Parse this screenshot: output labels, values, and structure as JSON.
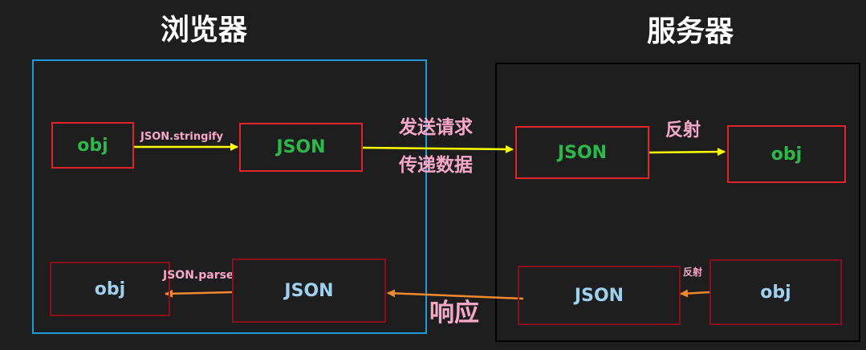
{
  "titles": {
    "browser": "浏览器",
    "server": "服务器"
  },
  "browser": {
    "req_obj": "obj",
    "req_json": "JSON",
    "res_obj": "obj",
    "res_json": "JSON",
    "stringify_label": "JSON.stringify",
    "parse_label": "JSON.parse"
  },
  "server": {
    "req_json": "JSON",
    "req_obj": "obj",
    "res_json": "JSON",
    "res_obj": "obj",
    "reflect_label_top": "反射",
    "reflect_label_bottom": "反射"
  },
  "transfer": {
    "send_request": "发送请求",
    "transfer_data": "传递数据",
    "response": "响应"
  },
  "colors": {
    "background": "#1e1e1e",
    "browser_border": "#1f9bd7",
    "server_border": "#000000",
    "request_box": "#e0242b",
    "response_box": "#8b0f1a",
    "green_text": "#2db84a",
    "blue_text": "#9fd1ee",
    "pink_text": "#f7a8c8",
    "request_arrow": "#ffff00",
    "response_arrow": "#f08a2e"
  }
}
